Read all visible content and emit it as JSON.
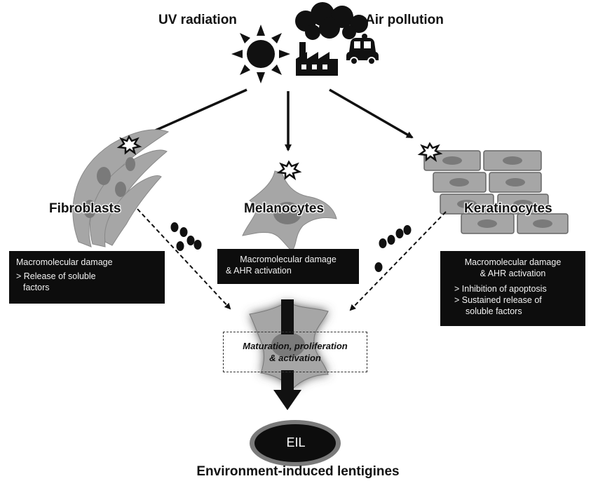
{
  "sources": {
    "uv_label": "UV radiation",
    "pollution_label": "Air pollution"
  },
  "cells": {
    "fibroblasts": "Fibroblasts",
    "melanocytes": "Melanocytes",
    "keratinocytes": "Keratinocytes"
  },
  "boxes": {
    "fibroblasts": {
      "line1": "Macromolecular damage",
      "line2": "> Release of soluble",
      "line3": "factors"
    },
    "melanocytes": {
      "line1": "Macromolecular damage",
      "line2": "& AHR activation"
    },
    "keratinocytes": {
      "line1": "Macromolecular damage",
      "line2": "& AHR activation",
      "line3": "> Inhibition of apoptosis",
      "line4": "> Sustained release of",
      "line5": "soluble factors"
    }
  },
  "center": {
    "line1": "Maturation, proliferation",
    "line2": "& activation"
  },
  "outcome": {
    "eil_label": "EIL",
    "caption": "Environment-induced lentigines"
  },
  "colors": {
    "cell_fill": "#a6a6a6",
    "nucleus_fill": "#7a7a7a",
    "box_bg": "#0d0d0d",
    "arrow": "#111111"
  }
}
